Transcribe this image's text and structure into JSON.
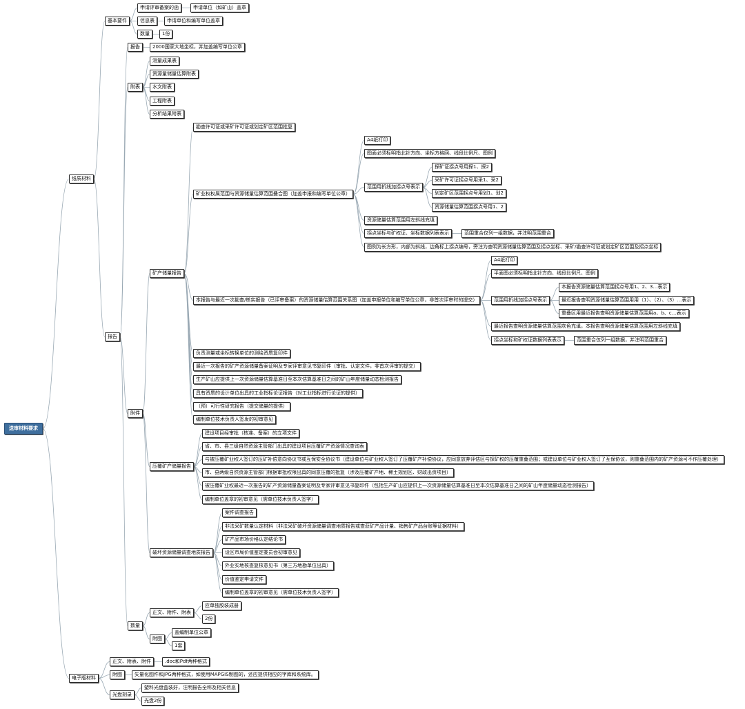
{
  "mindmap": {
    "root": "送审材料要求",
    "paper": {
      "label": "纸质材料",
      "basic": {
        "label": "基本要件",
        "letter": "申请评审备案的函",
        "letter_note": "申请单位（如矿山）盖章",
        "info": "信息表",
        "info_note": "申请单位和编写单位盖章",
        "qty": "数量",
        "qty_note": "1份"
      },
      "report": {
        "label": "报告",
        "main": "报告",
        "main_note": "2000国家大地坐标，并加盖编写单位公章",
        "tables": {
          "label": "附表",
          "items": [
            "测量成果表",
            "资源量储量估算附表",
            "水文附表",
            "工程附表",
            "分析结果附表"
          ]
        },
        "attachments": {
          "label": "附件",
          "mine": {
            "label": "矿产储量报告",
            "approval": "勘查许可证或采矿许可证或划定矿区范围批复",
            "overlay": {
              "label": "矿业权权属范围与资源储量估算范围叠合图（加盖申报和编写单位公章）",
              "a4": "A4纸打印",
              "compass": "图面必须标明指北针方向、坐标方格网、线段比例尺、图例",
              "boundary": "范围用折线加拐点号表示",
              "boundary_items": [
                "探矿证拐点号用探1、探2",
                "采矿许可证拐点号用采1、采2",
                "划定矿区范围拐点号用划1、划2",
                "资源储量估算范围拐点号用1、2"
              ],
              "fill": "资源储量估算范围用左斜线充填",
              "coords": "拐点坐标与矿权证、坐标数据列表表示",
              "coords_note": "范围重合仅列一组数据，并注明范围重合",
              "legend": "图例为长方形，内部为斜线，边角标上拐点编号，旁注为查明资源储量估算范围及拐点坐标、采矿/勘查许可证或划定矿区范围及拐点坐标"
            },
            "compare": {
              "label": "本报告与最近一次勘查/核实报告（已评审备案）的资源储量估算范围关系图（加盖申报单位和编写单位公章，非首次评审时的提交）",
              "a4": "A4纸打印",
              "compass": "平面图必须标明指北针方向、线段比例尺、图例",
              "boundary": "范围用折线加拐点号表示",
              "boundary_items": [
                "本报告资源储量估算范围拐点号用1、2、3…表示",
                "最近报告查明资源储量估算范围用用（1）、（2）、（3）…表示",
                "重叠区用最近报告查明资源储量估算范围用a、b、c…表示"
              ],
              "fill": "最近报告查明资源储量估算范围灰色充填，本报告查明资源储量估算范围用左斜线充填",
              "coords": "拐点坐标和矿权证数据列表表示",
              "coords_note": "范围重合仅列一组数据，并注明范围重合"
            },
            "others": [
              "负责测量或坐标转换单位的测绘资质复印件",
              "最近一次报告的矿产资源储量备案证明及专家评审意见书复印件（审批、认定文件，非首次评审的提交）",
              "生产矿山应提供上一次资源储量估算基准日至本次估算基准日之间的矿山年度储量动态检测报告",
              "具有资质的设计单位出具的工业指标论证报告（对工业指标进行论证的提供）",
              "（预）可行性研究报告（提交储量的提供）",
              "编制单位技术负责人签发的初审意见"
            ]
          },
          "press": {
            "label": "压覆矿产储量报告",
            "items": [
              "建设项目经审批（核准、备案）的立项文件",
              "省、市、县三级自然资源主管部门出具的建设项目压覆矿产资源情况查询表",
              "与被压覆矿业权人签订的压矿补偿意向协议书或互保安全协议书（建设单位与矿业权人签订了压覆矿产补偿协议，应同意放弃评估区与探矿权的压覆重叠范围；或建设单位与矿业权人签订了互保协议，则重叠范围内的矿产资源可不作压覆处理）",
              "市、县两级自然资源主管部门根据审批权限出具的同意压覆的批复（涉及压覆矿产地、稀土规划区、财政出资项目）",
              "被压覆矿业权最近一次报告的矿产资源储量备案证明及专家评审意见书复印件（包括生产矿山应提供上一次资源储量估算基准日至本次估算基准日之间的矿山年度储量动态检测报告）",
              "编制单位盖章的初审意见（需单位技术负责人签字）"
            ]
          },
          "damage": {
            "label": "破坏资源储量调查地质报告",
            "items": [
              "案件调查报告",
              "非法采矿数量认定材料（非法采矿破坏资源储量调查地质报告或查获矿产品计量、销售矿产品台账等证据材料）",
              "矿产品市场价格认定结论书",
              "设区市局价值鉴定委员会初审意见",
              "外业实地核查复核意见书（第三方地勘单位出具）",
              "价值鉴定申请文件",
              "编制单位盖章的初审意见（需单位技术负责人签字）"
            ]
          }
        },
        "quantity": {
          "label": "数量",
          "bound": "正文、附件、附表",
          "bound_items": [
            "应单独胶装成册",
            "2份"
          ],
          "maps": "附图",
          "maps_items": [
            "盖编制单位公章",
            "1套"
          ]
        }
      }
    },
    "electronic": {
      "label": "电子版材料",
      "text": "正文、附表、附件",
      "text_note": ".doc和Pdf两种格式",
      "maps": "附图",
      "maps_note": "矢量化图件和JPG两种格式，如使用MAPGIS制图的，还应提供相应的字库和系统库。",
      "disc": "光盘刻录",
      "disc_items": [
        "塑料光盘盒装好，注明报告全称及相关信息",
        "光盘2份"
      ]
    }
  }
}
